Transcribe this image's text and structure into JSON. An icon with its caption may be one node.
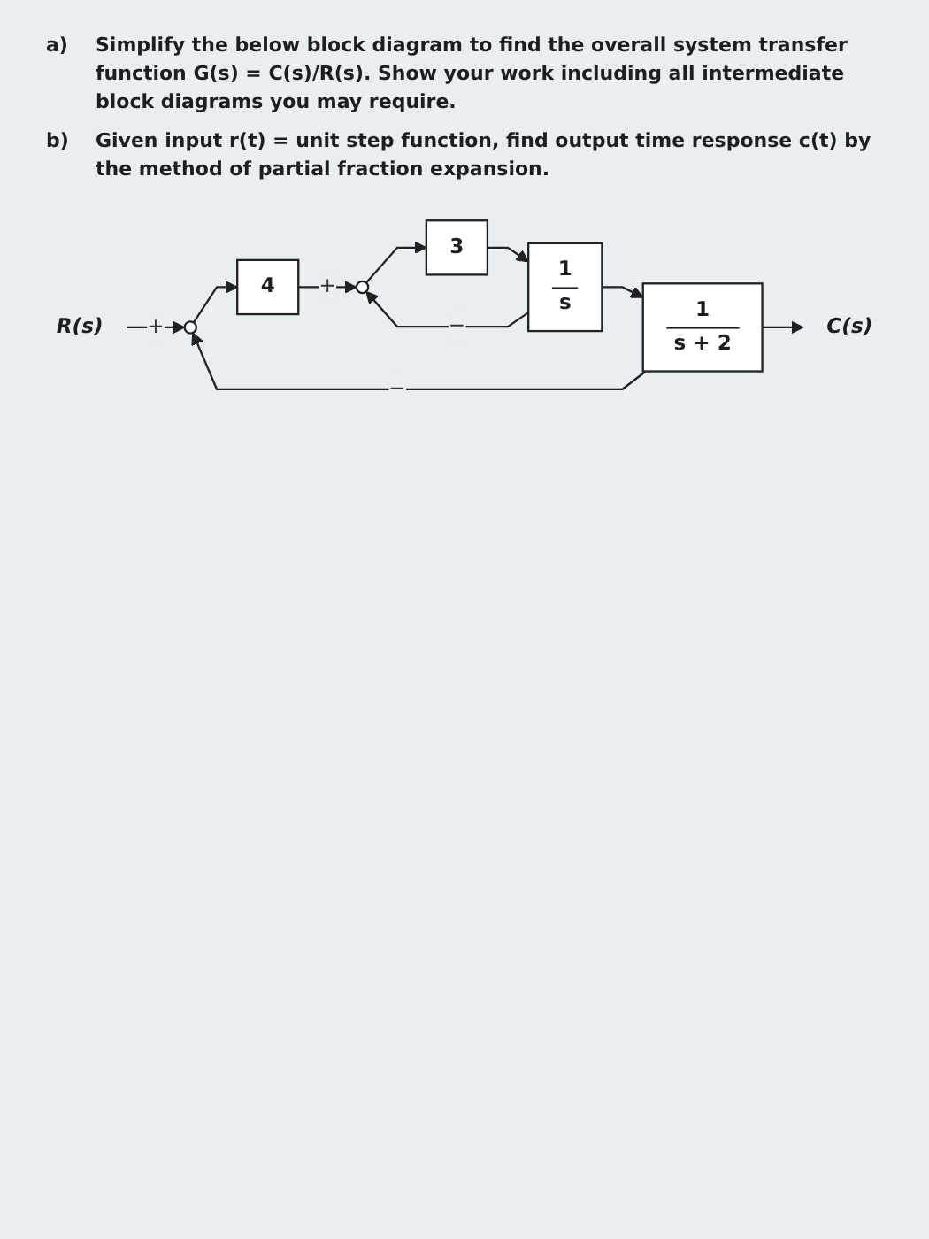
{
  "diagram": {
    "nodes": [
      {
        "text": [
          "R(s)"
        ]
      },
      {
        "text": [],
        "shape": "circle"
      },
      {
        "text": [
          "4"
        ]
      },
      {
        "text": [],
        "shape": "circle"
      },
      {
        "text": [
          "3"
        ]
      },
      {
        "text": [
          "1",
          "s"
        ]
      },
      {
        "text": [
          "1",
          "s + 2"
        ]
      },
      {
        "text": [
          "C(s)"
        ]
      }
    ],
    "edges": [
      {
        "from": 0,
        "to": 1,
        "arrow": "to",
        "label": "+"
      },
      {
        "from": 1,
        "to": 2,
        "arrow": "to"
      },
      {
        "from": 2,
        "to": 3,
        "arrow": "to",
        "label": "+"
      },
      {
        "from": 3,
        "to": 4,
        "arrow": "to"
      },
      {
        "from": 4,
        "to": 5,
        "arrow": "to"
      },
      {
        "from": 5,
        "to": 6,
        "arrow": "to"
      },
      {
        "from": 6,
        "to": 7,
        "arrow": "to"
      },
      {
        "from": 5,
        "to": 3,
        "arrow": "to",
        "label": "−"
      },
      {
        "from": 6,
        "to": 1,
        "arrow": "to",
        "label": "−"
      }
    ],
    "labels": [
      "a)",
      "Simplify the below block diagram to find the overall system transfer function G(s) = C(s)/R(s). Show your work including all intermediate block diagrams you may require.",
      "b)",
      "Given input r(t) = unit step function, find output time response c(t) by the method of partial fraction expansion."
    ]
  }
}
